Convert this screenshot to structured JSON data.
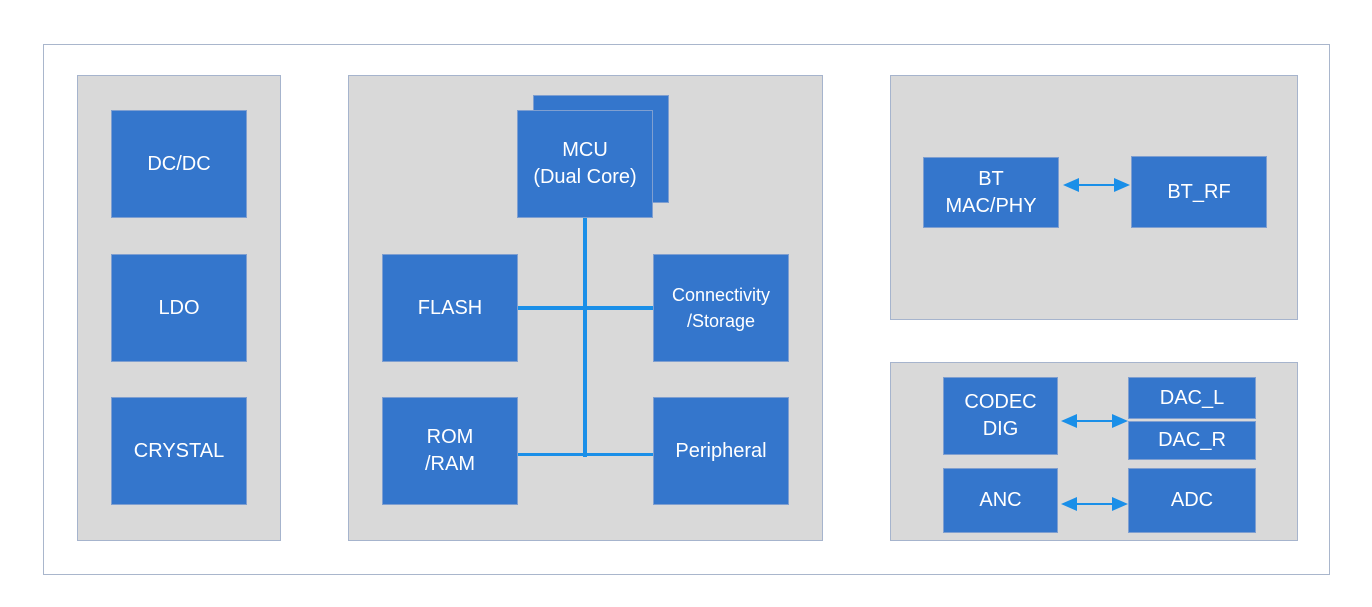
{
  "diagram": {
    "colors": {
      "block_fill": "#3476cc",
      "panel_fill": "#d9d9d9",
      "connector": "#1a8fe8",
      "border": "#a6b4cd"
    },
    "power_group": {
      "blocks": [
        {
          "id": "dcdc",
          "label": "DC/DC"
        },
        {
          "id": "ldo",
          "label": "LDO"
        },
        {
          "id": "crystal",
          "label": "CRYSTAL"
        }
      ]
    },
    "processing_group": {
      "mcu": {
        "label": "MCU\n(Dual Core)"
      },
      "blocks": [
        {
          "id": "flash",
          "label": "FLASH"
        },
        {
          "id": "connectivity",
          "label": "Connectivity\n/Storage"
        },
        {
          "id": "rom-ram",
          "label": "ROM\n/RAM"
        },
        {
          "id": "peripheral",
          "label": "Peripheral"
        }
      ]
    },
    "bluetooth_group": {
      "blocks": [
        {
          "id": "bt-mac-phy",
          "label": "BT\nMAC/PHY"
        },
        {
          "id": "bt-rf",
          "label": "BT_RF"
        }
      ],
      "links": [
        {
          "from": "bt-mac-phy",
          "to": "bt-rf",
          "type": "bidirectional"
        }
      ]
    },
    "audio_group": {
      "blocks": [
        {
          "id": "codec-dig",
          "label": "CODEC\nDIG"
        },
        {
          "id": "dac-l",
          "label": "DAC_L"
        },
        {
          "id": "dac-r",
          "label": "DAC_R"
        },
        {
          "id": "anc",
          "label": "ANC"
        },
        {
          "id": "adc",
          "label": "ADC"
        }
      ],
      "links": [
        {
          "from": "codec-dig",
          "to": "dac-l/dac-r",
          "type": "bidirectional"
        },
        {
          "from": "anc",
          "to": "adc",
          "type": "bidirectional"
        }
      ]
    }
  }
}
